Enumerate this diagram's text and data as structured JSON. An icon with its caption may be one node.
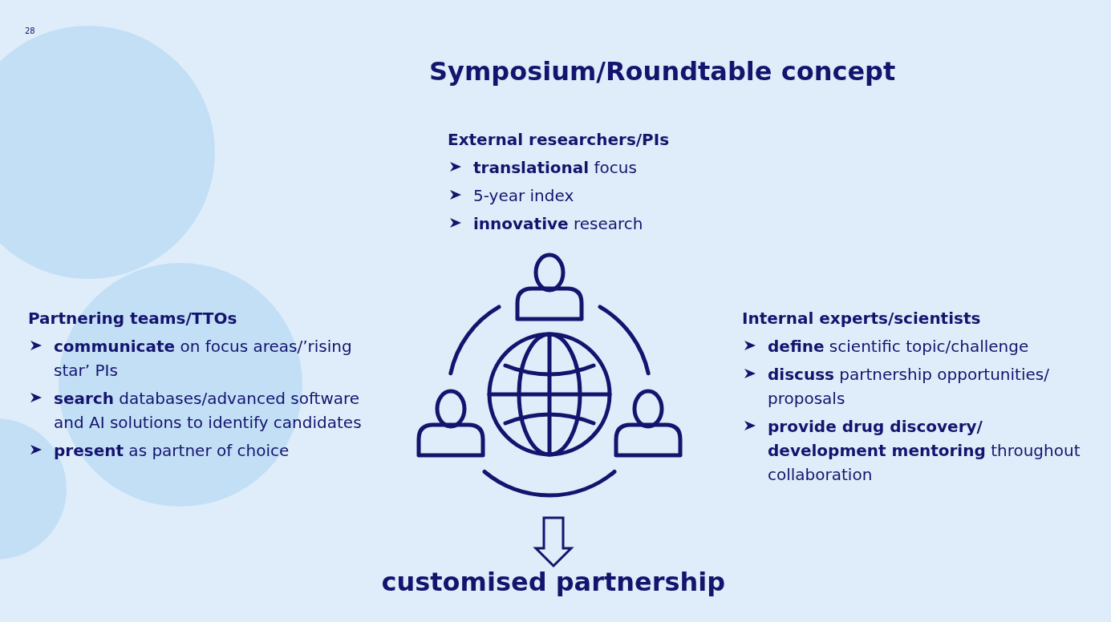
{
  "diagram": {
    "title": "Symposium/Roundtable concept",
    "nodes": [
      {
        "text": [],
        "shape": "picture"
      },
      {
        "text": [
          "customised partnership"
        ]
      }
    ],
    "edges": [
      {
        "from": 0,
        "to": 1,
        "arrow": "to"
      }
    ],
    "labels": [
      "28",
      "External researchers/PIs",
      "**translational** focus",
      "5-year index",
      "**innovative** research",
      "Partnering teams/TTOs",
      "**communicate** on focus areas/’rising star’ PIs",
      "**search** databases/advanced software and AI solutions to identify candidates",
      "**present** as partner of choice",
      "Internal experts/scientists",
      "**define** scientific topic/challenge",
      "**discuss** partnership opportunities/ proposals",
      "**provide drug discovery/ development mentoring** throughout collaboration"
    ]
  }
}
